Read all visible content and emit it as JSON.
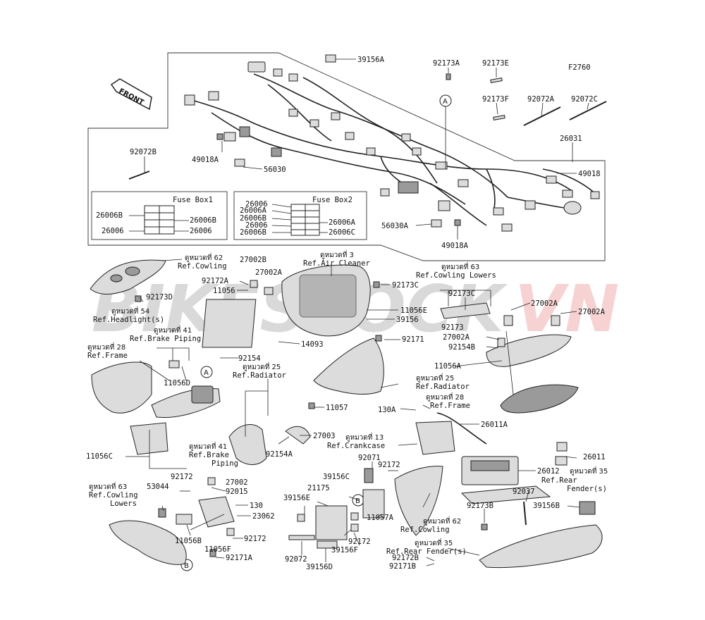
{
  "figure_code": "F2760",
  "front_label": "FRONT",
  "watermark": {
    "left": "BIKESTOCK",
    "right": "VN",
    "left_color": "#7a7a7a",
    "right_color": "#e06060"
  },
  "callout_a": "A",
  "callout_b": "B",
  "fuse_box1": {
    "title": "Fuse Box1",
    "left": [
      "26006B",
      "26006"
    ],
    "right": [
      "26006B",
      "26006"
    ]
  },
  "fuse_box2": {
    "title": "Fuse Box2",
    "left": [
      "26006",
      "26006A",
      "26006B",
      "26006",
      "26006B"
    ],
    "right": [
      "26006A",
      "26006C"
    ]
  },
  "labels": {
    "l39156A": "39156A",
    "l92173A": "92173A",
    "l92173E": "92173E",
    "l92173F": "92173F",
    "l92072A": "92072A",
    "l92072C": "92072C",
    "l26031": "26031",
    "l49018": "49018",
    "l92072B": "92072B",
    "l49018A_top": "49018A",
    "l56030": "56030",
    "l56030A": "56030A",
    "l49018A": "49018A",
    "ref62_th": "ดูหมวดที่ 62",
    "ref62_en": "Ref.Cowling",
    "ref3_th": "ดูหมวดที่ 3",
    "ref3_en": "Ref.Air Cleaner",
    "l27002B": "27002B",
    "l27002A_top": "27002A",
    "l92172A": "92172A",
    "l11056": "11056",
    "l92173C_mid": "92173C",
    "l92173D": "92173D",
    "ref54_th": "ดูหมวดที่ 54",
    "ref54_en": "Ref.Headlight(s)",
    "ref63_th": "ดูหมวดที่ 63",
    "ref63_en": "Ref.Cowling Lowers",
    "l92173C_r": "92173C",
    "l11056E": "11056E",
    "l39156": "39156",
    "l92173": "92173",
    "l27002A_r1": "27002A",
    "l27002A_r2": "27002A",
    "l27002A_r3": "27002A",
    "l92154B": "92154B",
    "ref41_th": "ดูหมวดที่ 41",
    "ref41_en": "Ref.Brake Piping",
    "ref28_th": "ดูหมวดที่ 28",
    "ref28_en": "Ref.Frame",
    "l92154": "92154",
    "l14093": "14093",
    "l92171": "92171",
    "l11056D": "11056D",
    "ref25_th": "ดูหมวดที่ 25",
    "ref25_en": "Ref.Radiator",
    "l11056A": "11056A",
    "ref25b_th": "ดูหมวดที่ 25",
    "ref25b_en": "Ref.Radiator",
    "ref28b_th": "ดูหมวดที่ 28",
    "ref28b_en": "Ref.Frame",
    "l11057_top": "11057",
    "l130A": "130A",
    "l26011A": "26011A",
    "l27003": "27003",
    "ref13_th": "ดูหมวดที่ 13",
    "ref13_en": "Ref.Crankcase",
    "l11056C": "11056C",
    "ref41b_th": "ดูหมวดที่ 41",
    "ref41b_en1": "Ref.Brake",
    "ref41b_en2": "Piping",
    "l92154A": "92154A",
    "l26011": "26011",
    "l26012": "26012",
    "ref35_th": "ดูหมวดที่ 35",
    "ref35_en1": "Ref.Rear",
    "ref35_en2": "Fender(s)",
    "l92071": "92071",
    "l92172_a": "92172",
    "l92172_b": "92172",
    "l53044": "53044",
    "l27002": "27002",
    "l92015": "92015",
    "ref63b_th": "ดูหมวดที่ 63",
    "ref63b_en1": "Ref.Cowling",
    "ref63b_en2": "Lowers",
    "l130": "130",
    "l23062": "23062",
    "l39156C": "39156C",
    "l21175": "21175",
    "l39156E": "39156E",
    "l92037": "92037",
    "l39156B": "39156B",
    "l92173B": "92173B",
    "l11056B": "11056B",
    "l11056F": "11056F",
    "l92172_c": "92172",
    "l92171A": "92171A",
    "l11057A": "11057A",
    "ref62b_th": "ดูหมวดที่ 62",
    "ref62b_en": "Ref.Cowling",
    "l92172_d": "92172",
    "l39156F": "39156F",
    "l92072": "92072",
    "l39156D": "39156D",
    "ref35b_th": "ดูหมวดที่ 35",
    "ref35b_en": "Ref.Rear Fender(s)",
    "l92172B": "92172B",
    "l92171B": "92171B"
  }
}
